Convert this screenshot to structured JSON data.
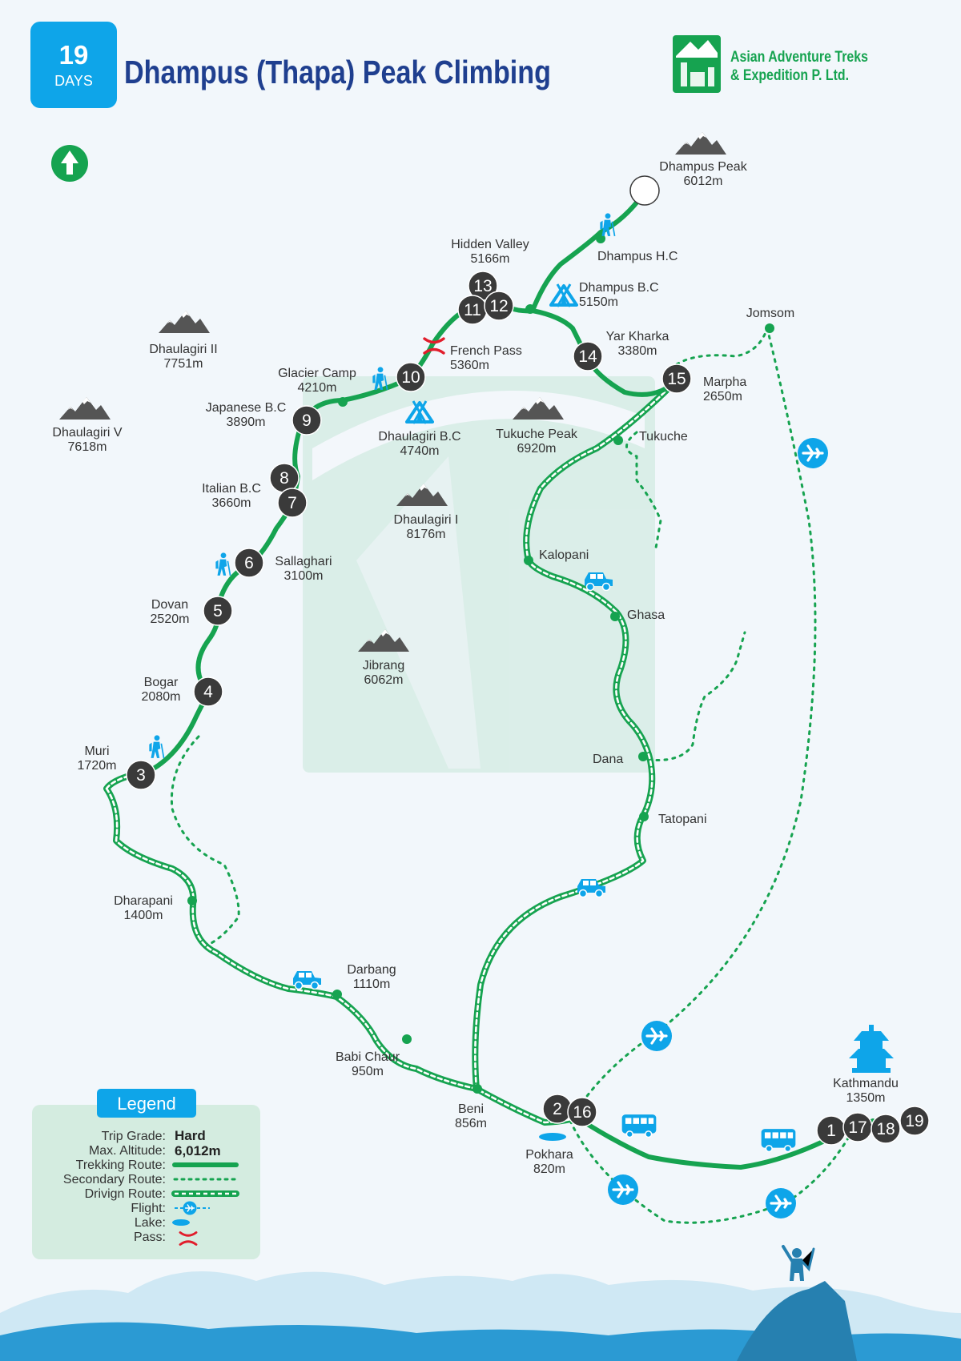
{
  "header": {
    "days_number": "19",
    "days_label": "DAYS",
    "title": "Dhampus (Thapa) Peak Climbing",
    "company_line1": "Asian Adventure Treks",
    "company_line2": "& Expedition P. Ltd."
  },
  "colors": {
    "route_green": "#16a350",
    "accent_blue": "#0ea5e9",
    "title_blue": "#1f3f8f",
    "node_dark": "#3a3a3a",
    "pass_red": "#e11d2b"
  },
  "icons": {
    "north": "north-arrow-icon",
    "trekker": "trekker-icon",
    "camp": "tent-icon",
    "jeep": "jeep-icon",
    "bus": "bus-icon",
    "flight": "airplane-icon",
    "mountain": "mountain-icon",
    "pass": "pass-icon",
    "temple": "temple-icon",
    "lake": "lake-icon"
  },
  "places": [
    {
      "id": "dhampus-peak",
      "name": "Dhampus Peak",
      "alt": "6012m"
    },
    {
      "id": "dhampus-hc",
      "name": "Dhampus H.C",
      "alt": ""
    },
    {
      "id": "hidden-valley",
      "name": "Hidden Valley",
      "alt": "5166m"
    },
    {
      "id": "dhampus-bc",
      "name": "Dhampus B.C",
      "alt": "5150m"
    },
    {
      "id": "jomsom",
      "name": "Jomsom",
      "alt": ""
    },
    {
      "id": "yar-kharka",
      "name": "Yar Kharka",
      "alt": "3380m"
    },
    {
      "id": "french-pass",
      "name": "French Pass",
      "alt": "5360m"
    },
    {
      "id": "marpha",
      "name": "Marpha",
      "alt": "2650m"
    },
    {
      "id": "glacier-camp",
      "name": "Glacier Camp",
      "alt": "4210m"
    },
    {
      "id": "tukuche",
      "name": "Tukuche",
      "alt": ""
    },
    {
      "id": "japanese-bc",
      "name": "Japanese B.C",
      "alt": "3890m"
    },
    {
      "id": "dhaulagiri-bc",
      "name": "Dhaulagiri B.C",
      "alt": "4740m"
    },
    {
      "id": "italian-bc",
      "name": "Italian B.C",
      "alt": "3660m"
    },
    {
      "id": "sallaghari",
      "name": "Sallaghari",
      "alt": "3100m"
    },
    {
      "id": "kalopani",
      "name": "Kalopani",
      "alt": ""
    },
    {
      "id": "ghasa",
      "name": "Ghasa",
      "alt": ""
    },
    {
      "id": "dovan",
      "name": "Dovan",
      "alt": "2520m"
    },
    {
      "id": "bogar",
      "name": "Bogar",
      "alt": "2080m"
    },
    {
      "id": "muri",
      "name": "Muri",
      "alt": "1720m"
    },
    {
      "id": "dana",
      "name": "Dana",
      "alt": ""
    },
    {
      "id": "tatopani",
      "name": "Tatopani",
      "alt": ""
    },
    {
      "id": "dharapani",
      "name": "Dharapani",
      "alt": "1400m"
    },
    {
      "id": "darbang",
      "name": "Darbang",
      "alt": "1110m"
    },
    {
      "id": "babi-chaur",
      "name": "Babi Chaur",
      "alt": "950m"
    },
    {
      "id": "beni",
      "name": "Beni",
      "alt": "856m"
    },
    {
      "id": "pokhara",
      "name": "Pokhara",
      "alt": "820m"
    },
    {
      "id": "kathmandu",
      "name": "Kathmandu",
      "alt": "1350m"
    }
  ],
  "mountains": [
    {
      "id": "dhaulagiri-ii",
      "name": "Dhaulagiri II",
      "alt": "7751m"
    },
    {
      "id": "dhaulagiri-v",
      "name": "Dhaulagiri V",
      "alt": "7618m"
    },
    {
      "id": "tukuche-peak",
      "name": "Tukuche Peak",
      "alt": "6920m"
    },
    {
      "id": "dhaulagiri-i",
      "name": "Dhaulagiri I",
      "alt": "8176m"
    },
    {
      "id": "jibrang",
      "name": "Jibrang",
      "alt": "6062m"
    }
  ],
  "days": [
    {
      "id": "d13-peak",
      "label": "13",
      "style": "outline"
    },
    {
      "id": "d13",
      "label": "13",
      "style": "dark"
    },
    {
      "id": "d11",
      "label": "11",
      "style": "dark"
    },
    {
      "id": "d12",
      "label": "12",
      "style": "dark"
    },
    {
      "id": "d14",
      "label": "14",
      "style": "dark"
    },
    {
      "id": "d15",
      "label": "15",
      "style": "dark"
    },
    {
      "id": "d10",
      "label": "10",
      "style": "dark"
    },
    {
      "id": "d9",
      "label": "9",
      "style": "dark"
    },
    {
      "id": "d8",
      "label": "8",
      "style": "dark"
    },
    {
      "id": "d7",
      "label": "7",
      "style": "dark"
    },
    {
      "id": "d6",
      "label": "6",
      "style": "dark"
    },
    {
      "id": "d5",
      "label": "5",
      "style": "dark"
    },
    {
      "id": "d4",
      "label": "4",
      "style": "dark"
    },
    {
      "id": "d3",
      "label": "3",
      "style": "dark"
    },
    {
      "id": "d2",
      "label": "2",
      "style": "dark"
    },
    {
      "id": "d16",
      "label": "16",
      "style": "dark"
    },
    {
      "id": "d1",
      "label": "1",
      "style": "dark"
    },
    {
      "id": "d17",
      "label": "17",
      "style": "dark"
    },
    {
      "id": "d18",
      "label": "18",
      "style": "dark"
    },
    {
      "id": "d19",
      "label": "19",
      "style": "dark"
    }
  ],
  "legend": {
    "title": "Legend",
    "grade_label": "Trip Grade:",
    "grade_value": "Hard",
    "altitude_label": "Max. Altitude:",
    "altitude_value": "6,012m",
    "trekking_label": "Trekking Route:",
    "secondary_label": "Secondary Route:",
    "driving_label": "Drivign Route:",
    "flight_label": "Flight:",
    "lake_label": "Lake:",
    "pass_label": "Pass:"
  }
}
